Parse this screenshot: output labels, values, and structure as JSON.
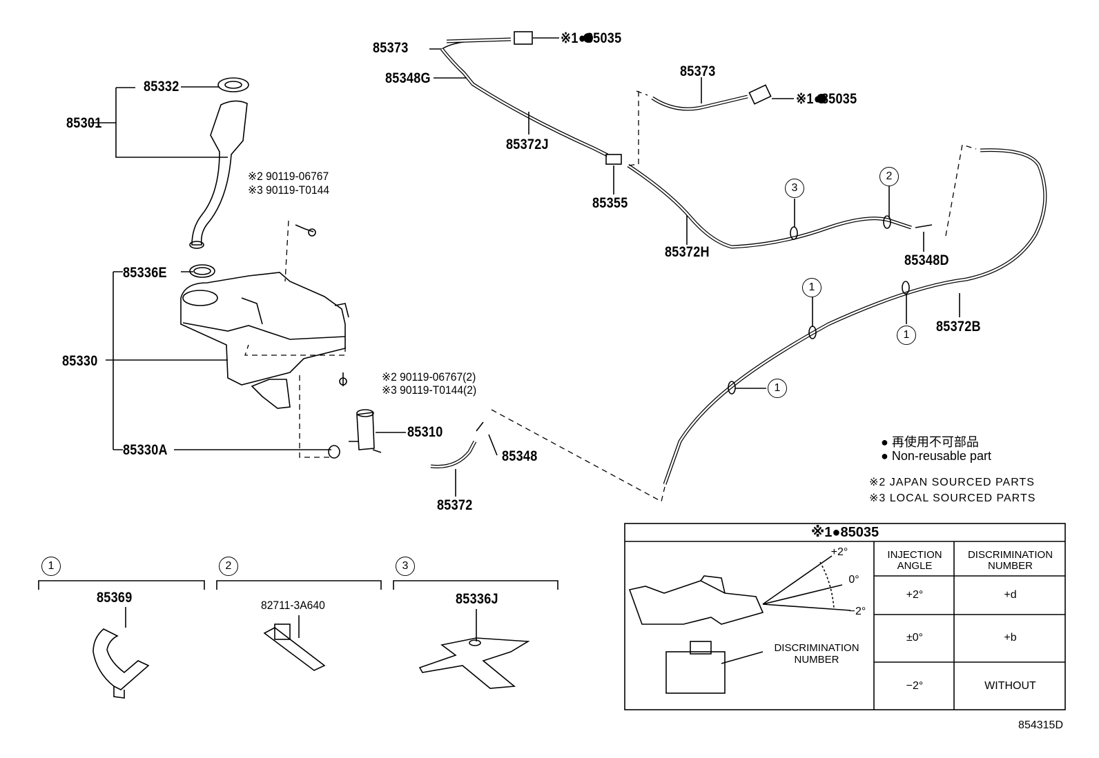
{
  "labels": {
    "p85373_a": "85373",
    "p85035_a": "※1●85035",
    "p85348G": "85348G",
    "p85332": "85332",
    "p85301": "85301",
    "p85373_b": "85373",
    "p85035_b": "※1●85035",
    "p85372J": "85372J",
    "p85355": "85355",
    "p85372H": "85372H",
    "p85348D": "85348D",
    "p85372B": "85372B",
    "p85336E": "85336E",
    "p85330": "85330",
    "p85330A": "85330A",
    "p85310": "85310",
    "p85348": "85348",
    "p85372": "85372",
    "bolt_a1": "※2 90119-06767",
    "bolt_a2": "※3 90119-T0144",
    "bolt_b1": "※2 90119-06767(2)",
    "bolt_b2": "※3 90119-T0144(2)"
  },
  "callouts": {
    "c1": "1",
    "c2": "2",
    "c3": "3"
  },
  "legend": {
    "jp": "● 再使用不可部品",
    "en": "● Non-reusable part",
    "japan": "※2 JAPAN SOURCED PARTS",
    "local": "※3 LOCAL SOURCED PARTS"
  },
  "clips": [
    {
      "num": "1",
      "part": "85369"
    },
    {
      "num": "2",
      "part": "82711-3A640"
    },
    {
      "num": "3",
      "part": "85336J"
    }
  ],
  "table": {
    "title": "※1●85035",
    "angle_plus": "+2°",
    "angle_zero": "0°",
    "angle_minus": "−2°",
    "disc_label_1": "DISCRIMINATION",
    "disc_label_2": "NUMBER",
    "head_inj_1": "INJECTION",
    "head_inj_2": "ANGLE",
    "head_disc_1": "DISCRIMINATION",
    "head_disc_2": "NUMBER",
    "rows": [
      {
        "angle": "+2°",
        "disc": "+d"
      },
      {
        "angle": "±0°",
        "disc": "+b"
      },
      {
        "angle": "−2°",
        "disc": "WITHOUT"
      }
    ]
  },
  "figure_code": "854315D"
}
